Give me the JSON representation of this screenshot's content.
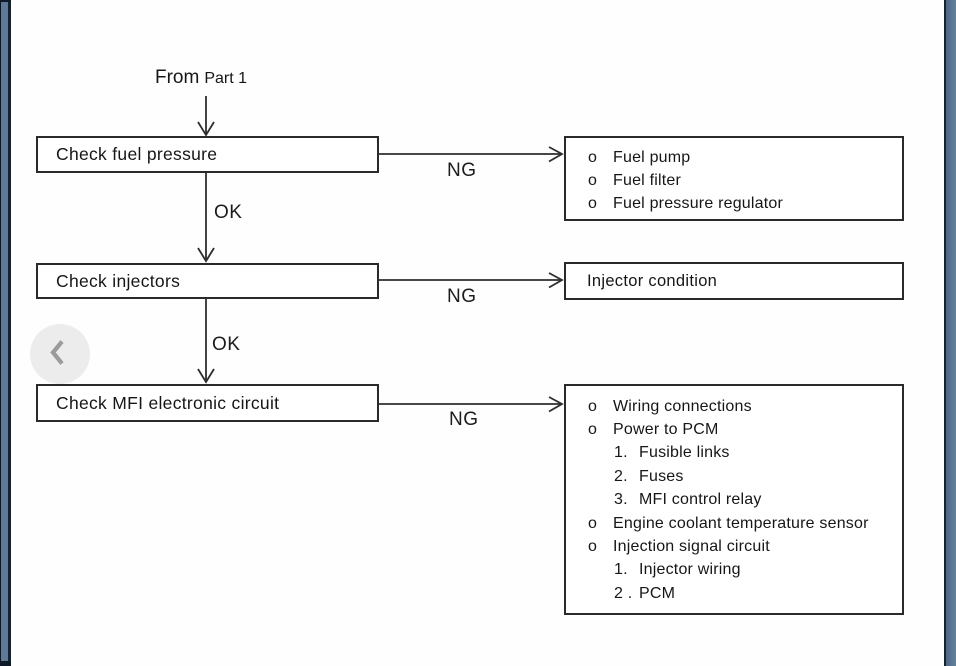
{
  "nav": {
    "back_icon": "chevron-left"
  },
  "flow": {
    "from_label": {
      "main": "From",
      "sub": "Part 1"
    },
    "edge_labels": {
      "ok": "OK",
      "ng": "NG"
    },
    "steps": [
      {
        "label": "Check fuel pressure"
      },
      {
        "label": "Check injectors"
      },
      {
        "label": "Check MFI electronic circuit"
      }
    ],
    "results": [
      {
        "items": [
          {
            "marker": "o",
            "text": "Fuel pump"
          },
          {
            "marker": "o",
            "text": "Fuel filter"
          },
          {
            "marker": "o",
            "text": "Fuel pressure regulator"
          }
        ]
      },
      {
        "title": "Injector condition"
      },
      {
        "items": [
          {
            "marker": "o",
            "text": "Wiring connections"
          },
          {
            "marker": "o",
            "text": "Power to PCM"
          },
          {
            "marker": "1.",
            "text": "Fusible links",
            "indent": true
          },
          {
            "marker": "2.",
            "text": "Fuses",
            "indent": true
          },
          {
            "marker": "3.",
            "text": "MFI control relay",
            "indent": true
          },
          {
            "marker": "o",
            "text": "Engine coolant temperature sensor"
          },
          {
            "marker": "o",
            "text": "Injection signal circuit"
          },
          {
            "marker": "1.",
            "text": "Injector wiring",
            "indent": true
          },
          {
            "marker": "2 .",
            "text": "PCM",
            "indent": true
          }
        ]
      }
    ]
  },
  "colors": {
    "page_bg": "#fefefe",
    "strip_blue": "#5e7a98",
    "strip_edge": "#15222f",
    "box_border": "#2a2a2a",
    "connector": "#2e2e2e",
    "text": "#161616",
    "back_circle": "#ececec",
    "back_chevron": "#9b9b9b"
  }
}
